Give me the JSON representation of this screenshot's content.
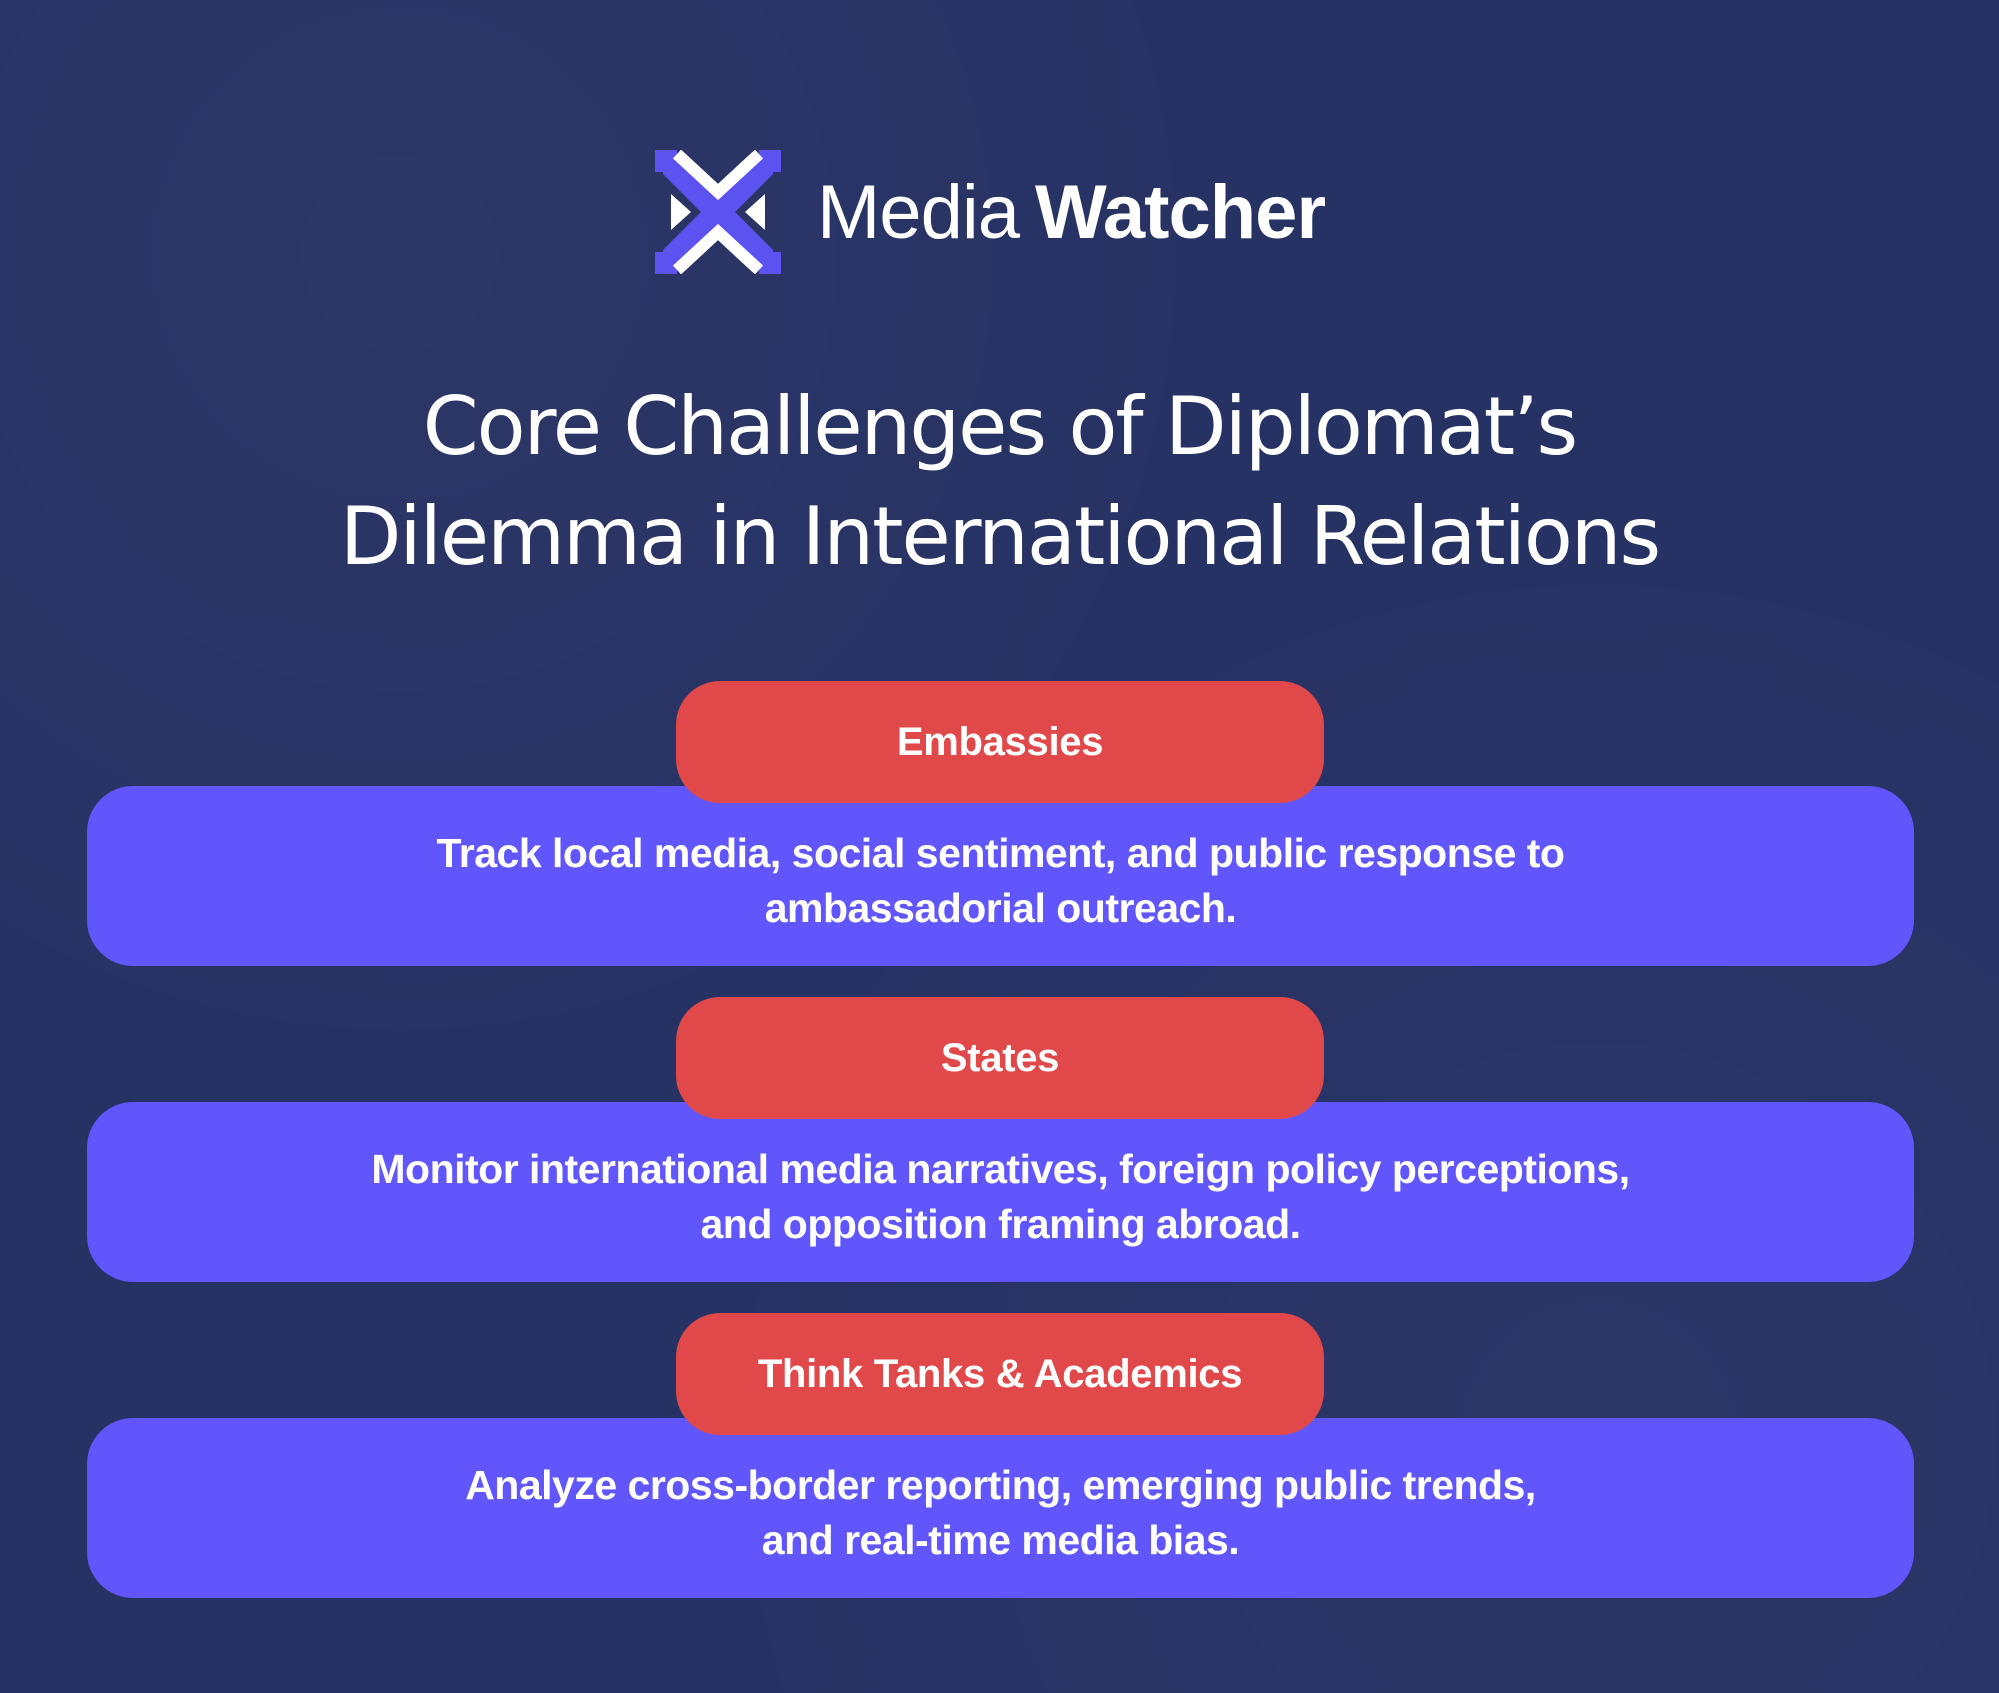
{
  "brand": {
    "name_light": "Media",
    "name_bold": "Watcher",
    "logo_icon": "x-arrows-logo",
    "logo_color": "#5b52f0"
  },
  "title": {
    "line1": "Core Challenges of Diplomat’s",
    "line2": "Dilemma in International Relations"
  },
  "sections": [
    {
      "label": "Embassies",
      "line1": "Track local media, social sentiment, and public response to",
      "line2": "ambassadorial outreach."
    },
    {
      "label": "States",
      "line1": "Monitor international media narratives, foreign policy perceptions,",
      "line2": "and opposition framing abroad."
    },
    {
      "label": "Think Tanks & Academics",
      "line1": "Analyze cross-border reporting, emerging public trends,",
      "line2": "and real-time media bias."
    }
  ],
  "colors": {
    "background": "#273264",
    "card": "#6156fb",
    "pill": "#e0484a",
    "text": "#ffffff"
  }
}
